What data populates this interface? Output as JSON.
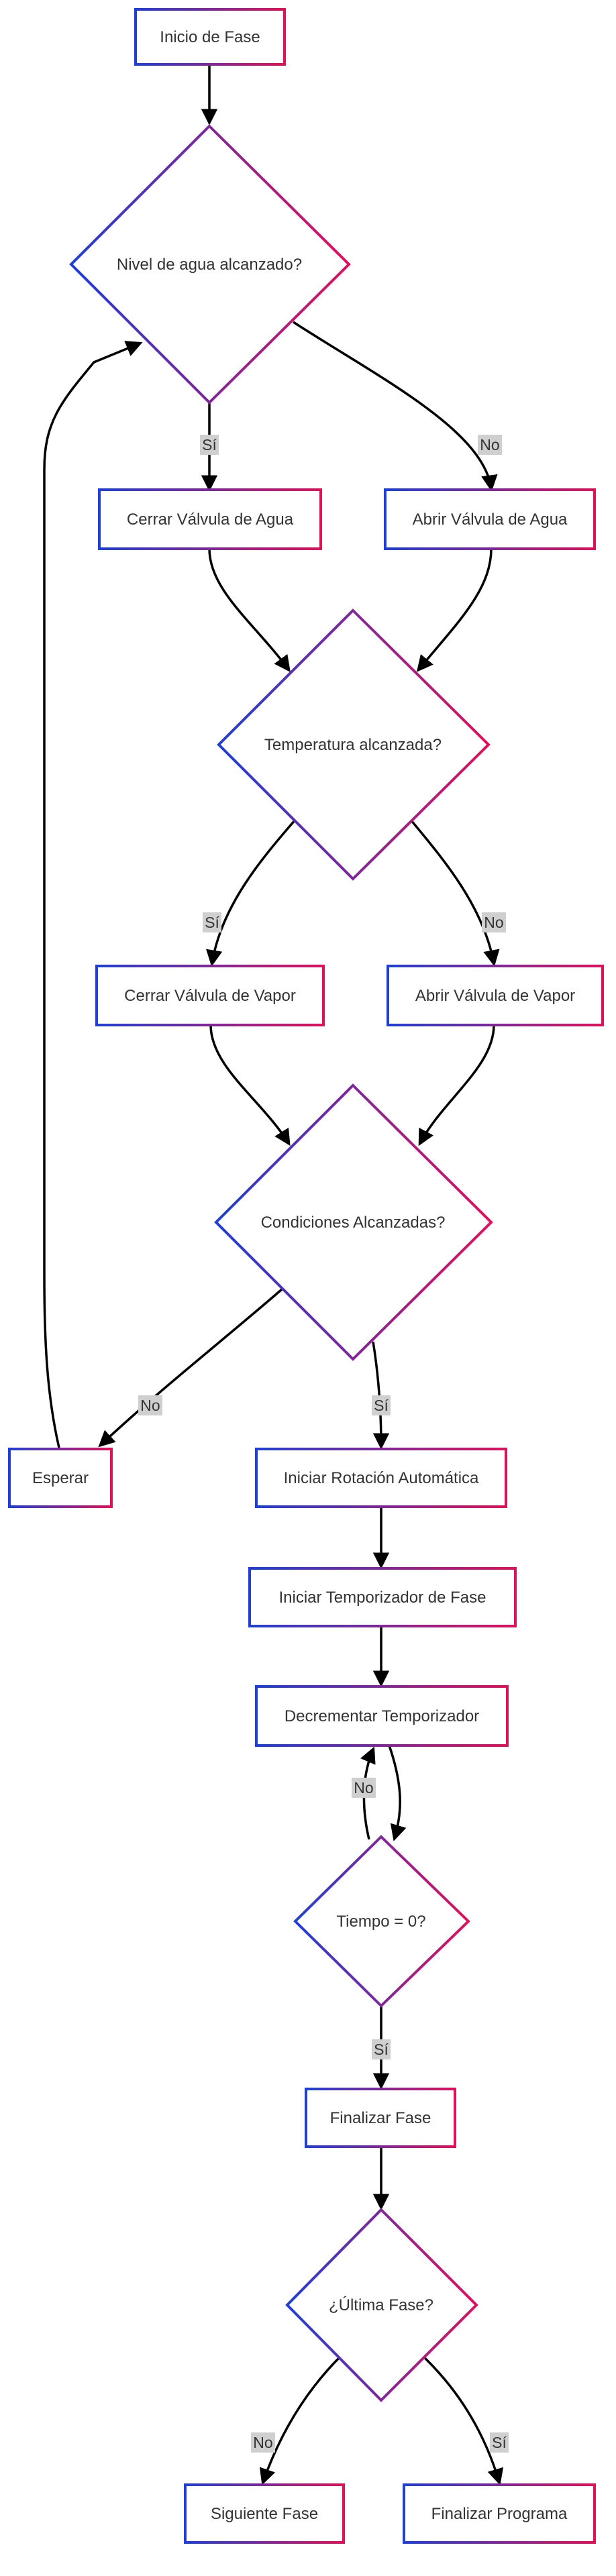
{
  "nodes": {
    "inicio": "Inicio de Fase",
    "nivel": "Nivel de agua alcanzado?",
    "cerrar_agua": "Cerrar Válvula de Agua",
    "abrir_agua": "Abrir Válvula de Agua",
    "temperatura": "Temperatura alcanzada?",
    "cerrar_vapor": "Cerrar Válvula de Vapor",
    "abrir_vapor": "Abrir Válvula de Vapor",
    "condiciones": "Condiciones Alcanzadas?",
    "esperar": "Esperar",
    "iniciar_rotacion": "Iniciar Rotación Automática",
    "iniciar_temporizador": "Iniciar Temporizador de Fase",
    "decrementar": "Decrementar Temporizador",
    "tiempo_cero": "Tiempo = 0?",
    "finalizar_fase": "Finalizar Fase",
    "ultima_fase": "¿Última Fase?",
    "siguiente_fase": "Siguiente Fase",
    "finalizar_programa": "Finalizar Programa"
  },
  "edge_labels": {
    "nivel_si": "Sí",
    "nivel_no": "No",
    "temp_si": "Sí",
    "temp_no": "No",
    "cond_no": "No",
    "cond_si": "Sí",
    "tiempo_no": "No",
    "tiempo_si": "Sí",
    "ultima_no": "No",
    "ultima_si": "Sí"
  },
  "colors": {
    "gradient_start": "#1f3fd6",
    "gradient_end": "#e0105a",
    "edge": "#000000",
    "label_bg": "#cfcfcf",
    "text": "#333333"
  }
}
